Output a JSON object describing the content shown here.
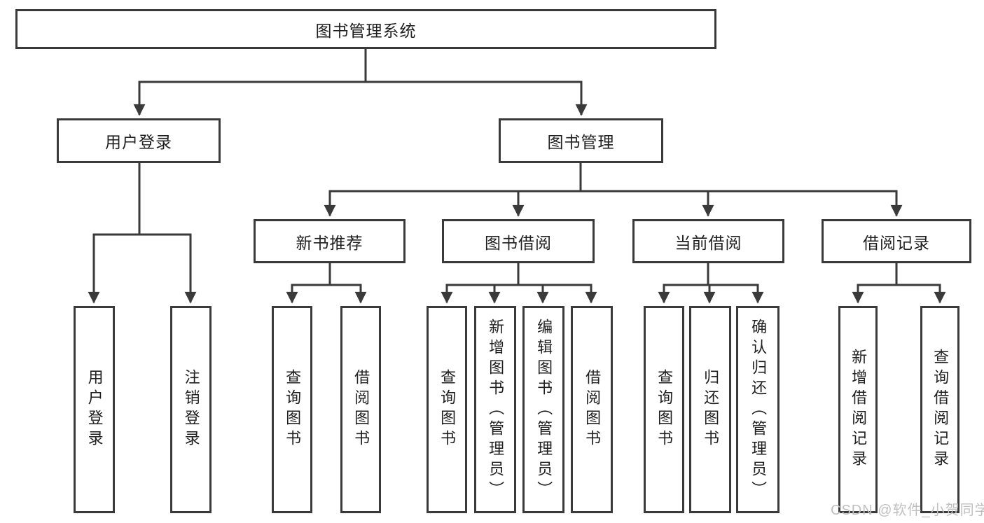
{
  "tree": {
    "root": "图书管理系统",
    "level2": [
      "用户登录",
      "图书管理"
    ],
    "level3": [
      "新书推荐",
      "图书借阅",
      "当前借阅",
      "借阅记录"
    ],
    "leaves": {
      "login": [
        "用户登录",
        "注销登录"
      ],
      "recommend": [
        "查询图书",
        "借阅图书"
      ],
      "borrow": [
        "查询图书",
        "新增图书（管理员）",
        "编辑图书（管理员）",
        "借阅图书"
      ],
      "current": [
        "查询图书",
        "归还图书",
        "确认归还（管理员）"
      ],
      "records": [
        "新增借阅记录",
        "查询借阅记录"
      ]
    }
  },
  "watermark": "CSDN @软件_小贺同学",
  "colors": {
    "line": "#3a3a3a",
    "text": "#1f1f1f",
    "background": "#ffffff",
    "watermark": "#c0c0c0"
  }
}
